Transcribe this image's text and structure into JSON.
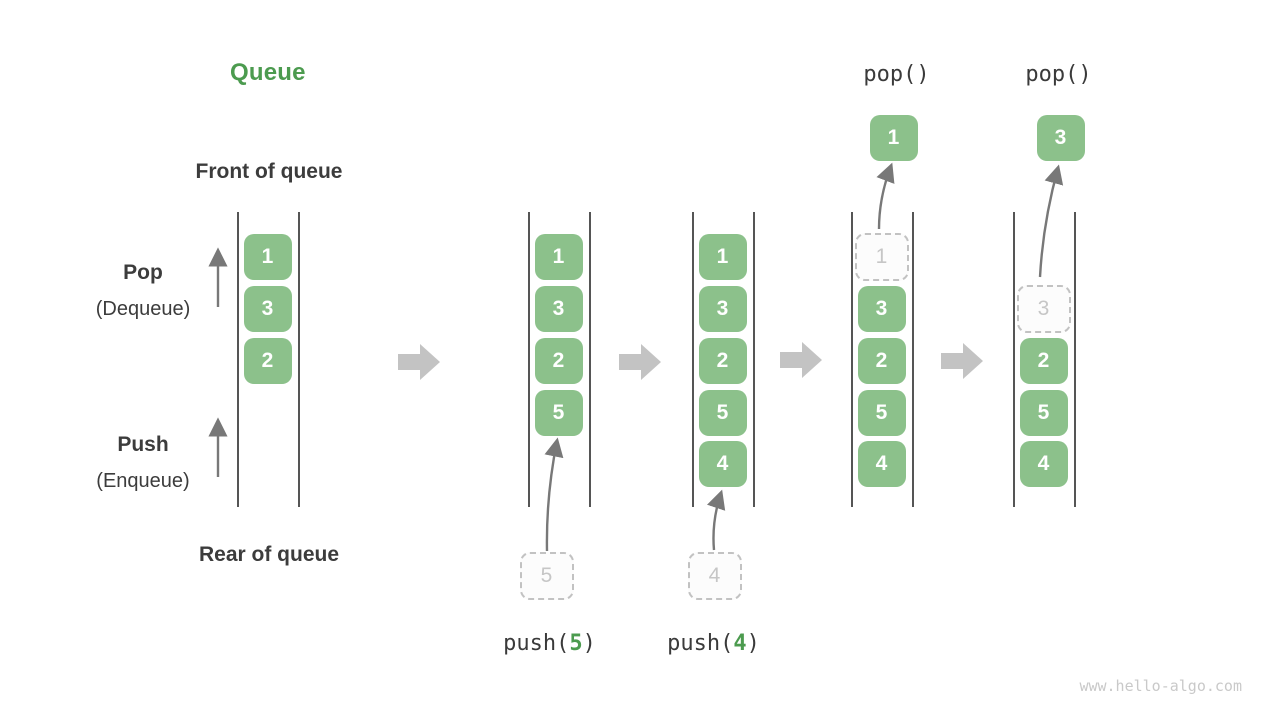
{
  "diagram": {
    "title": "Queue",
    "front_label": "Front of queue",
    "rear_label": "Rear of queue",
    "pop_label": "Pop",
    "pop_sublabel": "(Dequeue)",
    "push_label": "Push",
    "push_sublabel": "(Enqueue)",
    "watermark": "www.hello-algo.com"
  },
  "colors": {
    "accent_green": "#4c9b4f",
    "cell_green": "#8cc18b",
    "text_dark": "#3c3c3c",
    "wall_gray": "#555555",
    "ghost_gray": "#c2c2c2",
    "block_arrow_gray": "#c3c3c3",
    "thin_arrow_gray": "#787878",
    "watermark_gray": "#c9c9c9"
  },
  "stages": [
    {
      "name": "initial",
      "slots": [
        {
          "row": 0,
          "value": "1",
          "type": "solid"
        },
        {
          "row": 1,
          "value": "3",
          "type": "solid"
        },
        {
          "row": 2,
          "value": "2",
          "type": "solid"
        }
      ]
    },
    {
      "name": "after-push-5",
      "slots": [
        {
          "row": 0,
          "value": "1",
          "type": "solid"
        },
        {
          "row": 1,
          "value": "3",
          "type": "solid"
        },
        {
          "row": 2,
          "value": "2",
          "type": "solid"
        },
        {
          "row": 3,
          "value": "5",
          "type": "solid"
        }
      ],
      "pending": "5",
      "op": {
        "prefix": "push(",
        "arg": "5",
        "suffix": ")"
      }
    },
    {
      "name": "after-push-4",
      "slots": [
        {
          "row": 0,
          "value": "1",
          "type": "solid"
        },
        {
          "row": 1,
          "value": "3",
          "type": "solid"
        },
        {
          "row": 2,
          "value": "2",
          "type": "solid"
        },
        {
          "row": 3,
          "value": "5",
          "type": "solid"
        },
        {
          "row": 4,
          "value": "4",
          "type": "solid"
        }
      ],
      "pending": "4",
      "op": {
        "prefix": "push(",
        "arg": "4",
        "suffix": ")"
      }
    },
    {
      "name": "after-pop-1",
      "slots": [
        {
          "row": 0,
          "value": "1",
          "type": "ghost"
        },
        {
          "row": 1,
          "value": "3",
          "type": "solid"
        },
        {
          "row": 2,
          "value": "2",
          "type": "solid"
        },
        {
          "row": 3,
          "value": "5",
          "type": "solid"
        },
        {
          "row": 4,
          "value": "4",
          "type": "solid"
        }
      ],
      "popped": "1",
      "op_top": "pop()"
    },
    {
      "name": "after-pop-3",
      "slots": [
        {
          "row": 1,
          "value": "3",
          "type": "ghost"
        },
        {
          "row": 2,
          "value": "2",
          "type": "solid"
        },
        {
          "row": 3,
          "value": "5",
          "type": "solid"
        },
        {
          "row": 4,
          "value": "4",
          "type": "solid"
        }
      ],
      "popped": "3",
      "op_top": "pop()"
    }
  ]
}
